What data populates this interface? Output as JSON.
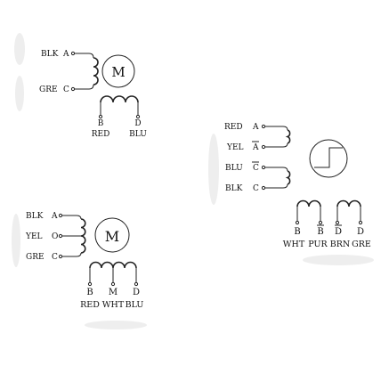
{
  "diagram1": {
    "pins": [
      "BLK",
      "GRE"
    ],
    "pin_terms": [
      "A",
      "C"
    ],
    "motor_label": "M",
    "bottom_terms": [
      "B",
      "D"
    ],
    "bottom_colors": [
      "RED",
      "BLU"
    ]
  },
  "diagram2": {
    "pins": [
      "RED",
      "YEL",
      "BLU",
      "BLK"
    ],
    "pin_terms": [
      "A",
      "A",
      "C",
      "C"
    ],
    "bottom_terms": [
      "B",
      "B",
      "D",
      "D"
    ],
    "bottom_colors": [
      "WHT",
      "PUR",
      "BRN",
      "GRE"
    ]
  },
  "diagram3": {
    "pins": [
      "BLK",
      "YEL",
      "GRE"
    ],
    "pin_terms": [
      "A",
      "O",
      "C"
    ],
    "motor_label": "M",
    "bottom_terms": [
      "B",
      "M",
      "D"
    ],
    "bottom_colors": [
      "RED",
      "WHT",
      "BLU"
    ]
  }
}
